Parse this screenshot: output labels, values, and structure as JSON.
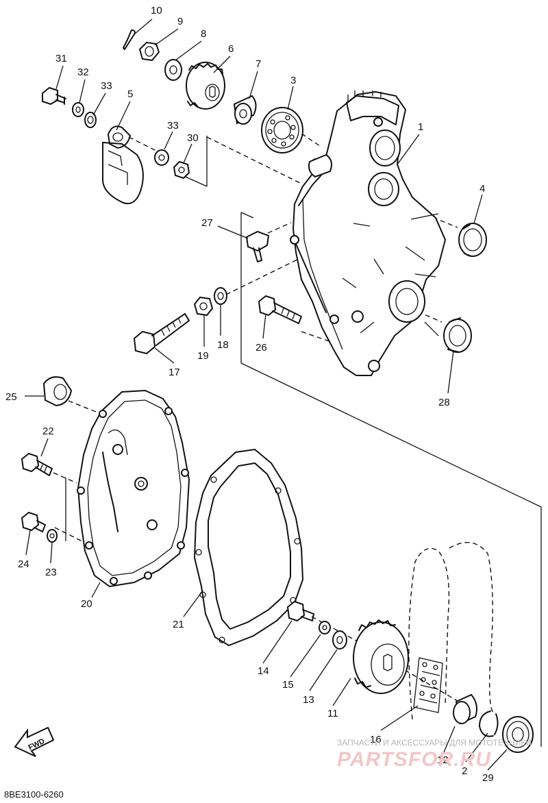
{
  "diagram": {
    "part_code": "8BE3100-6260",
    "direction_label": "FWD",
    "labels": [
      "1",
      "2",
      "3",
      "4",
      "5",
      "6",
      "7",
      "8",
      "9",
      "10",
      "11",
      "12",
      "13",
      "14",
      "15",
      "16",
      "17",
      "18",
      "19",
      "20",
      "21",
      "22",
      "23",
      "24",
      "25",
      "26",
      "27",
      "28",
      "29",
      "30",
      "31",
      "32",
      "33"
    ]
  },
  "watermark": {
    "caption": "ЗАПЧАСТИ И АКСЕССУАРЫ ДЛЯ МОТОТЕХНИКИ",
    "brand": "PARTSFOR.RU"
  }
}
